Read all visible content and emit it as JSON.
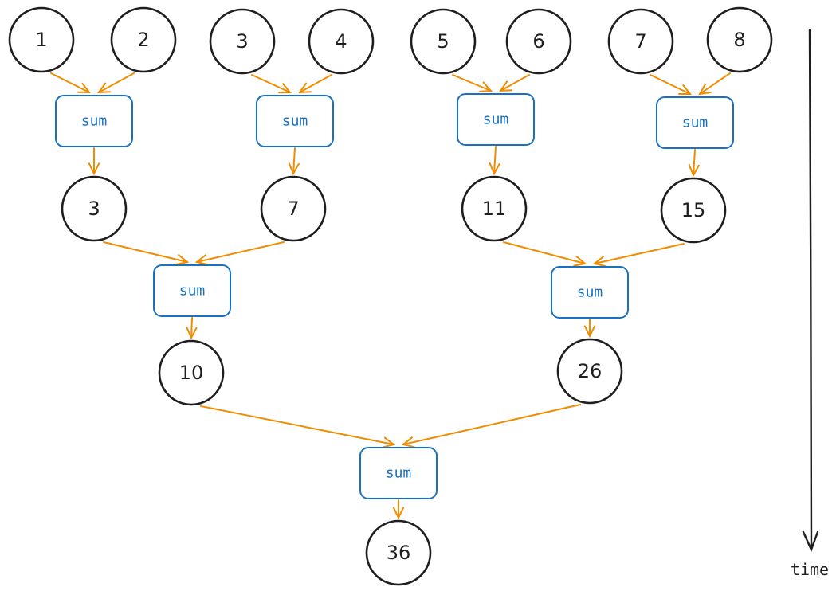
{
  "nodes": [
    {
      "id": "in1",
      "label": "1"
    },
    {
      "id": "in2",
      "label": "2"
    },
    {
      "id": "in3",
      "label": "3"
    },
    {
      "id": "in4",
      "label": "4"
    },
    {
      "id": "in5",
      "label": "5"
    },
    {
      "id": "in6",
      "label": "6"
    },
    {
      "id": "in7",
      "label": "7"
    },
    {
      "id": "in8",
      "label": "8"
    },
    {
      "id": "s1",
      "label": "3"
    },
    {
      "id": "s2",
      "label": "7"
    },
    {
      "id": "s3",
      "label": "11"
    },
    {
      "id": "s4",
      "label": "15"
    },
    {
      "id": "t1",
      "label": "10"
    },
    {
      "id": "t2",
      "label": "26"
    },
    {
      "id": "total",
      "label": "36"
    }
  ],
  "ops": [
    {
      "id": "op1",
      "label": "sum"
    },
    {
      "id": "op2",
      "label": "sum"
    },
    {
      "id": "op3",
      "label": "sum"
    },
    {
      "id": "op4",
      "label": "sum"
    },
    {
      "id": "op5",
      "label": "sum"
    },
    {
      "id": "op6",
      "label": "sum"
    },
    {
      "id": "op7",
      "label": "sum"
    }
  ],
  "edges": [
    [
      "in1",
      "op1"
    ],
    [
      "in2",
      "op1"
    ],
    [
      "op1",
      "s1"
    ],
    [
      "in3",
      "op2"
    ],
    [
      "in4",
      "op2"
    ],
    [
      "op2",
      "s2"
    ],
    [
      "in5",
      "op3"
    ],
    [
      "in6",
      "op3"
    ],
    [
      "op3",
      "s3"
    ],
    [
      "in7",
      "op4"
    ],
    [
      "in8",
      "op4"
    ],
    [
      "op4",
      "s4"
    ],
    [
      "s1",
      "op5"
    ],
    [
      "s2",
      "op5"
    ],
    [
      "op5",
      "t1"
    ],
    [
      "s3",
      "op6"
    ],
    [
      "s4",
      "op6"
    ],
    [
      "op6",
      "t2"
    ],
    [
      "t1",
      "op7"
    ],
    [
      "t2",
      "op7"
    ],
    [
      "op7",
      "total"
    ]
  ],
  "time_axis": {
    "label": "time"
  },
  "colors": {
    "node_stroke": "#1e1e1e",
    "op_stroke": "#1971c2",
    "op_text": "#1971c2",
    "edge": "#f08c00"
  }
}
